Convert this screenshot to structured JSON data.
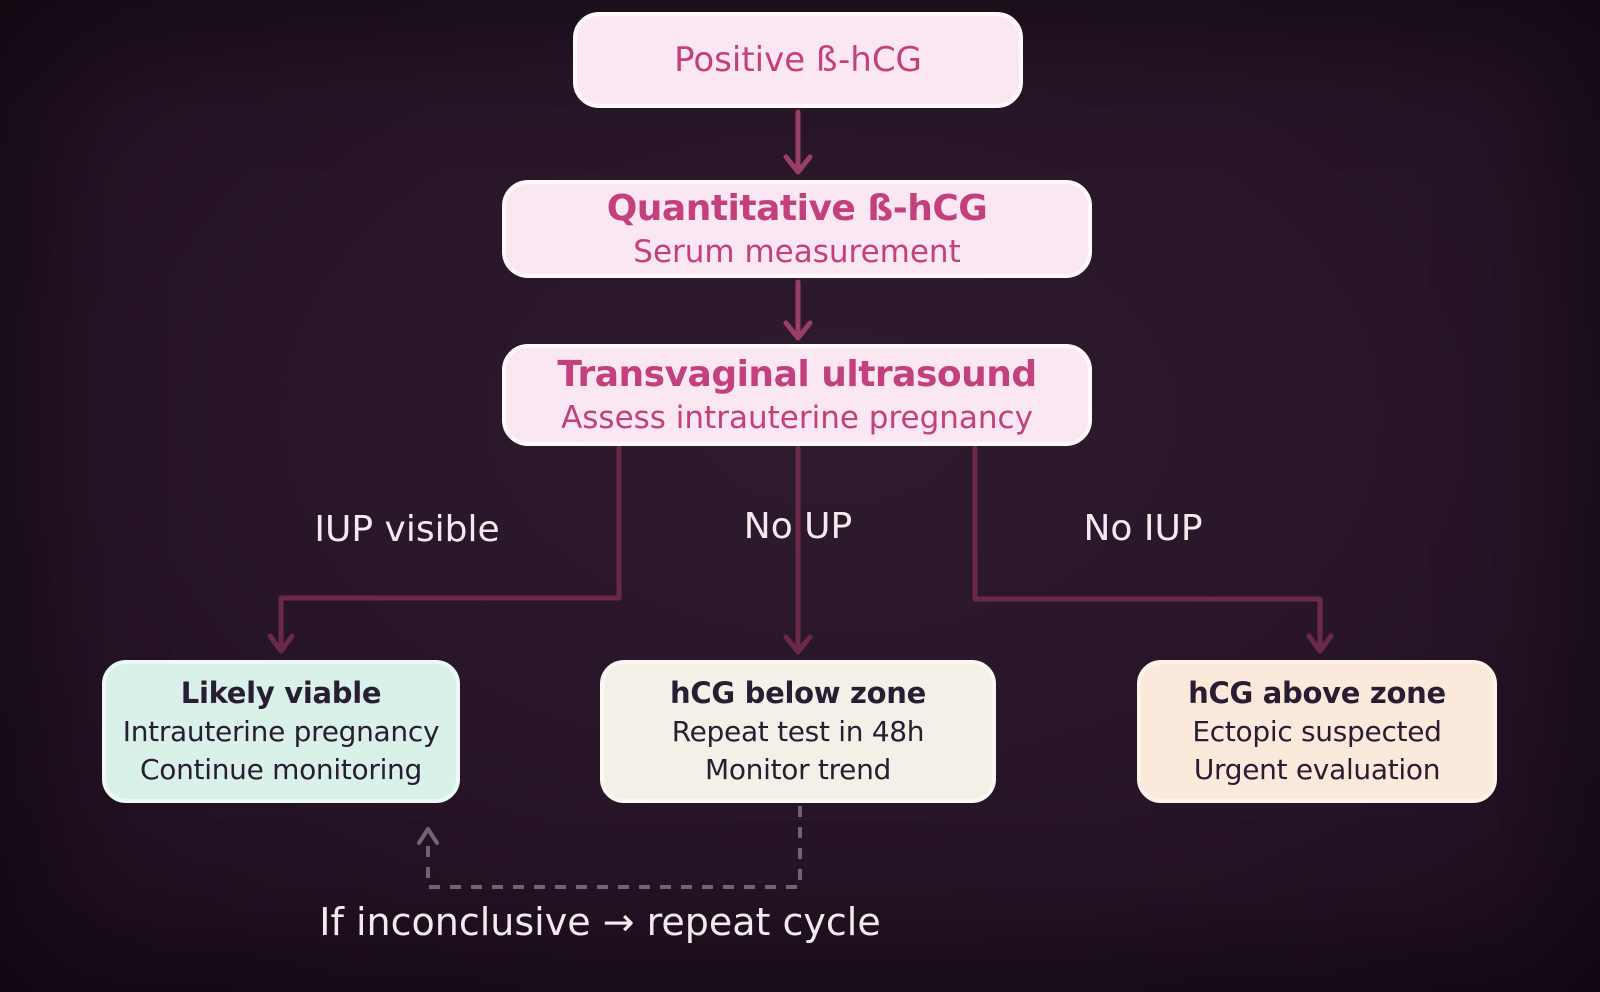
{
  "flow": {
    "steps": [
      {
        "title": "Positive ß-hCG",
        "subtitle": ""
      },
      {
        "title": "Quantitative ß-hCG",
        "subtitle": "Serum measurement"
      },
      {
        "title": "Transvaginal ultrasound",
        "subtitle": "Assess intrauterine pregnancy"
      }
    ],
    "branch_labels": [
      "IUP visible",
      "No UP",
      "No IUP"
    ],
    "outcomes": [
      {
        "title": "Likely viable",
        "lines": [
          "Intrauterine pregnancy",
          "Continue monitoring"
        ]
      },
      {
        "title": "hCG below zone",
        "lines": [
          "Repeat test in 48h",
          "Monitor trend"
        ]
      },
      {
        "title": "hCG above zone",
        "lines": [
          "Ectopic suspected",
          "Urgent evaluation"
        ]
      }
    ],
    "feedback_note": "If inconclusive → repeat cycle"
  },
  "colors": {
    "background": "#281628",
    "step_bg": "#fbe7f1",
    "step_border": "#fff9fc",
    "step_text": "#c2407d",
    "outcome_text": "#281d32",
    "outcome_viable_bg": "#d9f1e8",
    "outcome_viable_border": "#ecf9f4",
    "outcome_below_bg": "#f3f0e7",
    "outcome_below_border": "#faf8f0",
    "outcome_above_bg": "#fbe9dc",
    "outcome_above_border": "#fef3ea",
    "arrow_main": "#9a3f64",
    "arrow_branch": "#6b2946",
    "dashed_line": "#6e6570",
    "label_text": "#f3eaee"
  }
}
